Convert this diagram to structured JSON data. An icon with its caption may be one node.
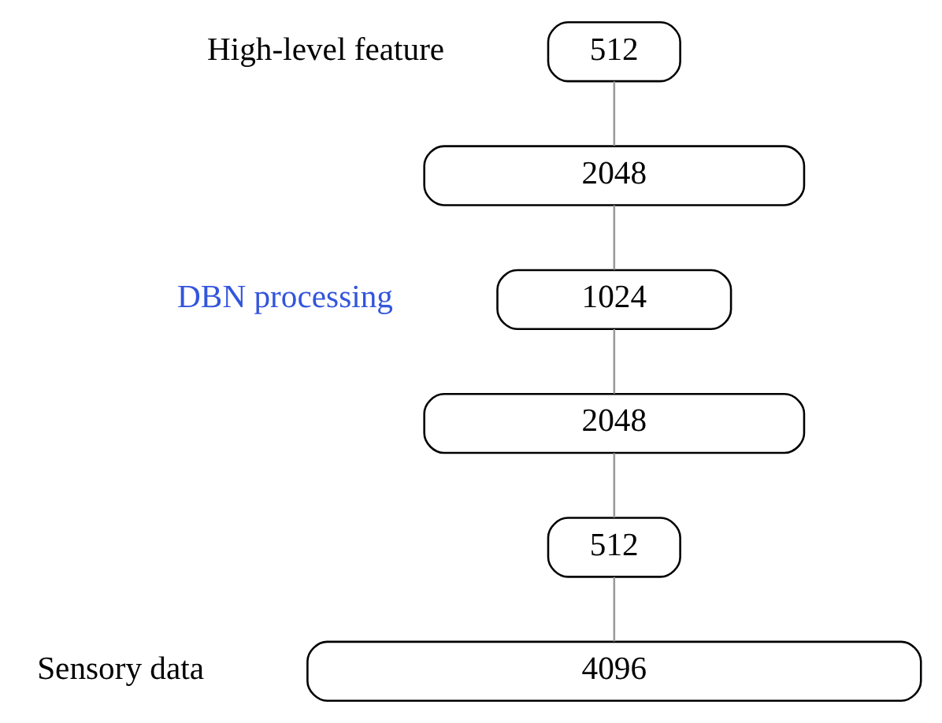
{
  "diagram": {
    "nodes": [
      {
        "text": [
          "512"
        ]
      },
      {
        "text": [
          "2048"
        ]
      },
      {
        "text": [
          "1024"
        ]
      },
      {
        "text": [
          "2048"
        ]
      },
      {
        "text": [
          "512"
        ]
      },
      {
        "text": [
          "4096"
        ]
      }
    ],
    "edges": [
      {
        "from": 5,
        "to": 4,
        "arrow": "none"
      },
      {
        "from": 4,
        "to": 3,
        "arrow": "none"
      },
      {
        "from": 3,
        "to": 2,
        "arrow": "none"
      },
      {
        "from": 2,
        "to": 1,
        "arrow": "none"
      },
      {
        "from": 1,
        "to": 0,
        "arrow": "none"
      }
    ],
    "labels": [
      "High-level feature",
      "DBN processing",
      "Sensory data"
    ]
  }
}
